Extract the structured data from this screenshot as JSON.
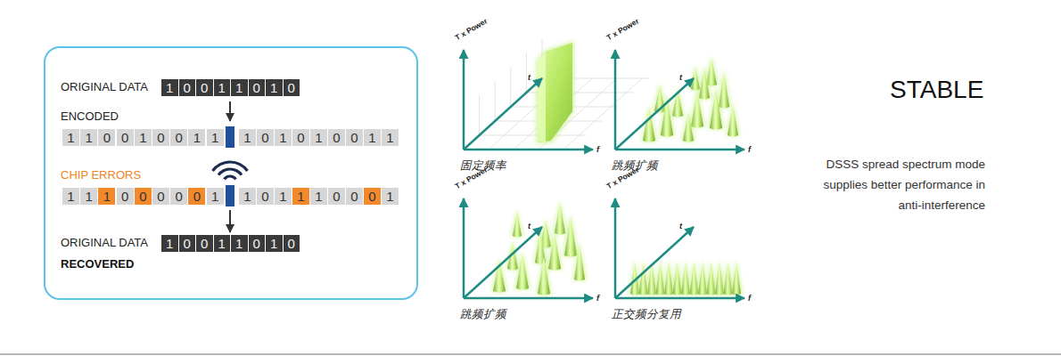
{
  "diagram": {
    "title": "STABLE",
    "nodes": [
      {
        "text": [
          "ORIGINAL DATA",
          "ENCODED",
          "CHIP ERRORS",
          "ORIGINAL DATA",
          "RECOVERED"
        ]
      },
      {
        "text": [
          "1"
        ],
        "in": 0
      },
      {
        "text": [
          "0"
        ],
        "in": 0
      },
      {
        "text": [
          "0"
        ],
        "in": 0
      },
      {
        "text": [
          "1"
        ],
        "in": 0
      },
      {
        "text": [
          "1"
        ],
        "in": 0
      },
      {
        "text": [
          "0"
        ],
        "in": 0
      },
      {
        "text": [
          "1"
        ],
        "in": 0
      },
      {
        "text": [
          "0"
        ],
        "in": 0
      },
      {
        "text": [
          "1"
        ],
        "in": 0
      },
      {
        "text": [
          "1"
        ],
        "in": 0
      },
      {
        "text": [
          "0"
        ],
        "in": 0
      },
      {
        "text": [
          "0"
        ],
        "in": 0
      },
      {
        "text": [
          "1"
        ],
        "in": 0
      },
      {
        "text": [
          "0"
        ],
        "in": 0
      },
      {
        "text": [
          "0"
        ],
        "in": 0
      },
      {
        "text": [
          "1"
        ],
        "in": 0
      },
      {
        "text": [
          "1"
        ],
        "in": 0
      },
      {
        "text": [
          "1"
        ],
        "in": 0
      },
      {
        "text": [
          "0"
        ],
        "in": 0
      },
      {
        "text": [
          "1"
        ],
        "in": 0
      },
      {
        "text": [
          "0"
        ],
        "in": 0
      },
      {
        "text": [
          "1"
        ],
        "in": 0
      },
      {
        "text": [
          "0"
        ],
        "in": 0
      },
      {
        "text": [
          "0"
        ],
        "in": 0
      },
      {
        "text": [
          "1"
        ],
        "in": 0
      },
      {
        "text": [
          "1"
        ],
        "in": 0
      },
      {
        "text": [
          "1"
        ],
        "in": 0
      },
      {
        "text": [
          "1"
        ],
        "in": 0
      },
      {
        "text": [
          "1"
        ],
        "in": 0
      },
      {
        "text": [
          "0"
        ],
        "in": 0
      },
      {
        "text": [
          "0"
        ],
        "in": 0
      },
      {
        "text": [
          "0"
        ],
        "in": 0
      },
      {
        "text": [
          "0"
        ],
        "in": 0
      },
      {
        "text": [
          "0"
        ],
        "in": 0
      },
      {
        "text": [
          "1"
        ],
        "in": 0
      },
      {
        "text": [
          "1"
        ],
        "in": 0
      },
      {
        "text": [
          "0"
        ],
        "in": 0
      },
      {
        "text": [
          "1"
        ],
        "in": 0
      },
      {
        "text": [
          "1"
        ],
        "in": 0
      },
      {
        "text": [
          "1"
        ],
        "in": 0
      },
      {
        "text": [
          "0"
        ],
        "in": 0
      },
      {
        "text": [
          "0"
        ],
        "in": 0
      },
      {
        "text": [
          "0"
        ],
        "in": 0
      },
      {
        "text": [
          "1"
        ],
        "in": 0
      },
      {
        "text": [
          "1"
        ],
        "in": 0
      },
      {
        "text": [
          "0"
        ],
        "in": 0
      },
      {
        "text": [
          "0"
        ],
        "in": 0
      },
      {
        "text": [
          "1"
        ],
        "in": 0
      },
      {
        "text": [
          "1"
        ],
        "in": 0
      },
      {
        "text": [
          "0"
        ],
        "in": 0
      },
      {
        "text": [
          "1"
        ],
        "in": 0
      },
      {
        "text": [
          "0"
        ],
        "in": 0
      }
    ],
    "labels": [
      "T x Power",
      "t",
      "f",
      "固定频率",
      "T x Power",
      "t",
      "f",
      "跳频扩频",
      "T x Power",
      "t",
      "f",
      "跳频扩频",
      "T x Power",
      "t",
      "f",
      "正交频分复用",
      "DSSS spread spectrum mode supplies better performance in anti-interference"
    ]
  }
}
